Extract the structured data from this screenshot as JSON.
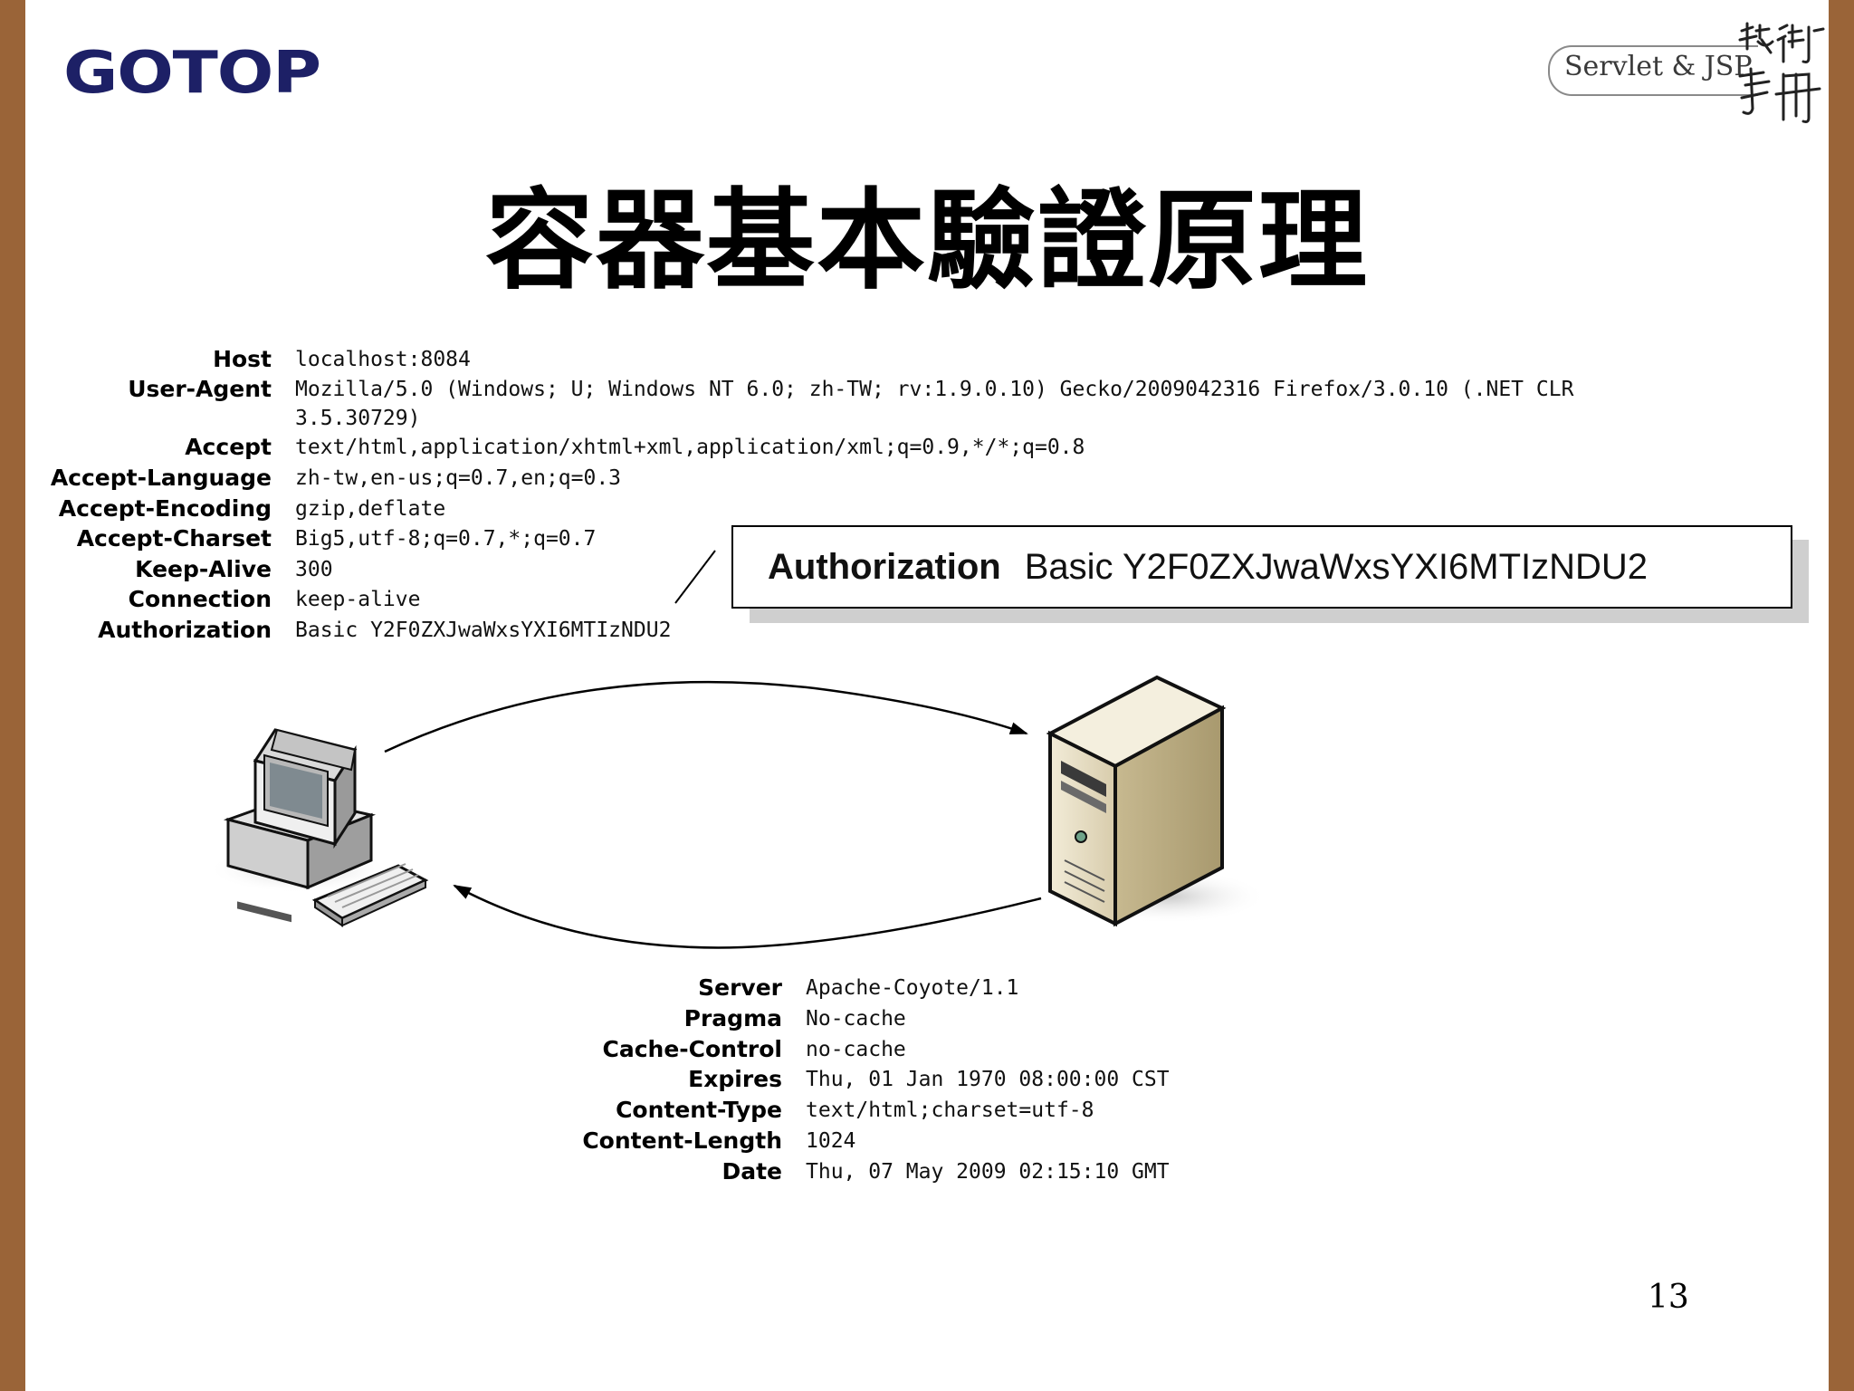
{
  "logo": {
    "text": "GOTOP"
  },
  "series": {
    "label": "Servlet & JSP",
    "brush_text": "技術手冊"
  },
  "title": "容器基本驗證原理",
  "request_headers": [
    {
      "name": "Host",
      "value": "localhost:8084"
    },
    {
      "name": "User-Agent",
      "value": "Mozilla/5.0 (Windows; U; Windows NT 6.0; zh-TW; rv:1.9.0.10) Gecko/2009042316 Firefox/3.0.10 (.NET CLR",
      "value_cont": " 3.5.30729)"
    },
    {
      "name": "Accept",
      "value": "text/html,application/xhtml+xml,application/xml;q=0.9,*/*;q=0.8"
    },
    {
      "name": "Accept-Language",
      "value": "zh-tw,en-us;q=0.7,en;q=0.3"
    },
    {
      "name": "Accept-Encoding",
      "value": "gzip,deflate"
    },
    {
      "name": "Accept-Charset",
      "value": "Big5,utf-8;q=0.7,*;q=0.7"
    },
    {
      "name": "Keep-Alive",
      "value": "300"
    },
    {
      "name": "Connection",
      "value": "keep-alive"
    },
    {
      "name": "Authorization",
      "value": "Basic Y2F0ZXJwaWxsYXI6MTIzNDU2"
    }
  ],
  "callout": {
    "name": "Authorization",
    "value": "Basic Y2F0ZXJwaWxsYXI6MTIzNDU2"
  },
  "response_headers": [
    {
      "name": "Server",
      "value": "Apache-Coyote/1.1"
    },
    {
      "name": "Pragma",
      "value": "No-cache"
    },
    {
      "name": "Cache-Control",
      "value": "no-cache"
    },
    {
      "name": "Expires",
      "value": "Thu, 01 Jan 1970 08:00:00 CST"
    },
    {
      "name": "Content-Type",
      "value": "text/html;charset=utf-8"
    },
    {
      "name": "Content-Length",
      "value": "1024"
    },
    {
      "name": "Date",
      "value": "Thu, 07 May 2009 02:15:10 GMT"
    }
  ],
  "colors": {
    "frame": "#9a6438",
    "logo": "#1d2066",
    "server_body": "#e8e0c8"
  },
  "page_number": "13"
}
